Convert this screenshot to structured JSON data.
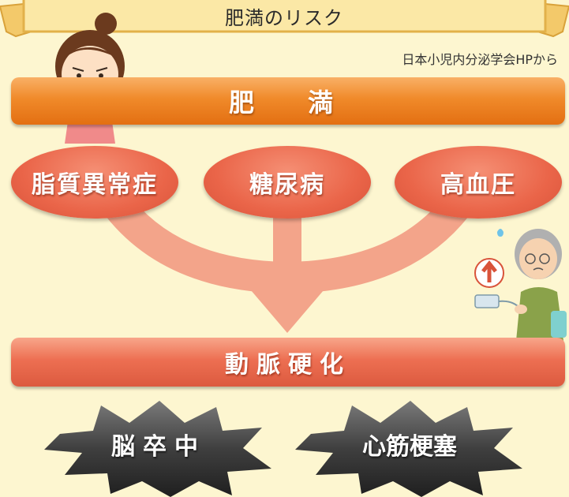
{
  "header": {
    "title": "肥満のリスク"
  },
  "source_note": "日本小児内分泌学会HPから",
  "obesity_bar": {
    "label": "肥　満"
  },
  "risk_factors": [
    {
      "label": "脂質異常症"
    },
    {
      "label": "糖尿病"
    },
    {
      "label": "高血圧"
    }
  ],
  "outcome": {
    "label": "動脈硬化"
  },
  "complications": [
    {
      "label": "脳卒中"
    },
    {
      "label": "心筋梗塞"
    }
  ],
  "colors": {
    "background": "#fdf6d0",
    "orange_bar": "#f08a2a",
    "red_ellipse": "#ea6549",
    "salmon_flow": "#f3a48a",
    "dark_burst": "#4a4a4a"
  }
}
